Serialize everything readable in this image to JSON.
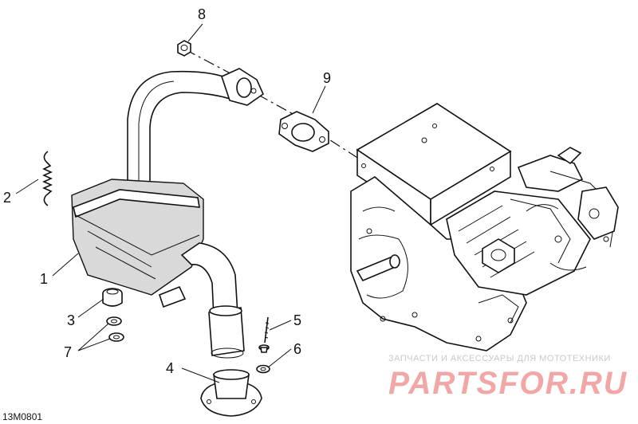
{
  "diagram": {
    "figure_code": "13M0801",
    "callouts": [
      {
        "id": "1",
        "label": "1"
      },
      {
        "id": "2",
        "label": "2"
      },
      {
        "id": "3",
        "label": "3"
      },
      {
        "id": "4",
        "label": "4"
      },
      {
        "id": "5",
        "label": "5"
      },
      {
        "id": "6",
        "label": "6"
      },
      {
        "id": "7",
        "label": "7"
      },
      {
        "id": "8",
        "label": "8"
      },
      {
        "id": "9",
        "label": "9"
      }
    ]
  },
  "watermark": {
    "subtitle": "ЗАПЧАСТИ И АКСЕССУАРЫ ДЛЯ МОТОТЕХНИКИ",
    "logo": "PARTSFOR.RU",
    "color": "#f2a7a7"
  }
}
